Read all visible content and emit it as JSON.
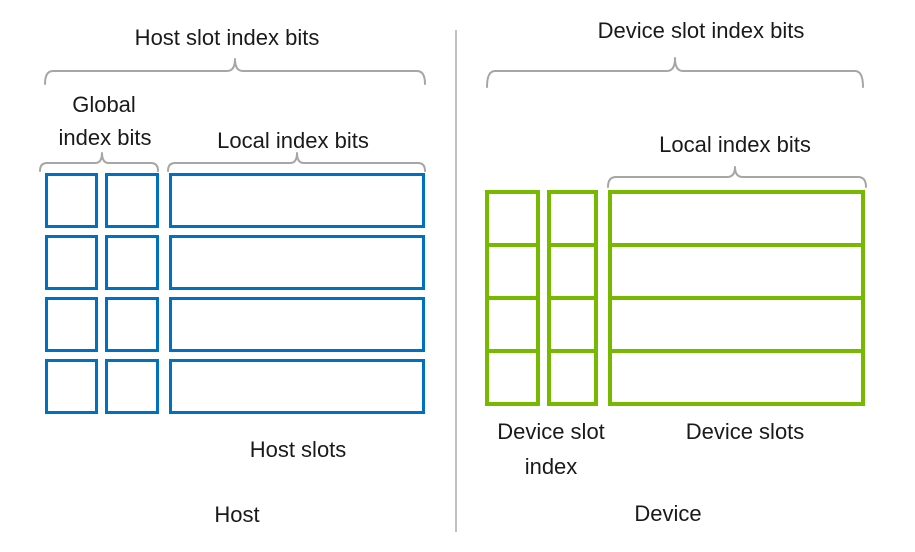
{
  "colors": {
    "host-accent": "#0070C0",
    "device-accent": "#76B900",
    "brace": "#A6A6A6",
    "divider": "#A6A6A6",
    "text": "#1A1A1A",
    "background": "#FFFFFF"
  },
  "host": {
    "title": "Host slot index bits",
    "global_index_label_line1": "Global",
    "global_index_label_line2": "index bits",
    "local_index_label": "Local index bits",
    "slots_label": "Host slots",
    "caption": "Host",
    "rows": 4,
    "global_index_cols": 2,
    "local_cols": 1
  },
  "device": {
    "title": "Device slot index bits",
    "local_index_label": "Local index bits",
    "slot_index_label_line1": "Device slot",
    "slot_index_label_line2": "index",
    "slots_label": "Device slots",
    "caption": "Device",
    "rows": 4,
    "slot_index_cols": 2,
    "local_cols": 1
  }
}
